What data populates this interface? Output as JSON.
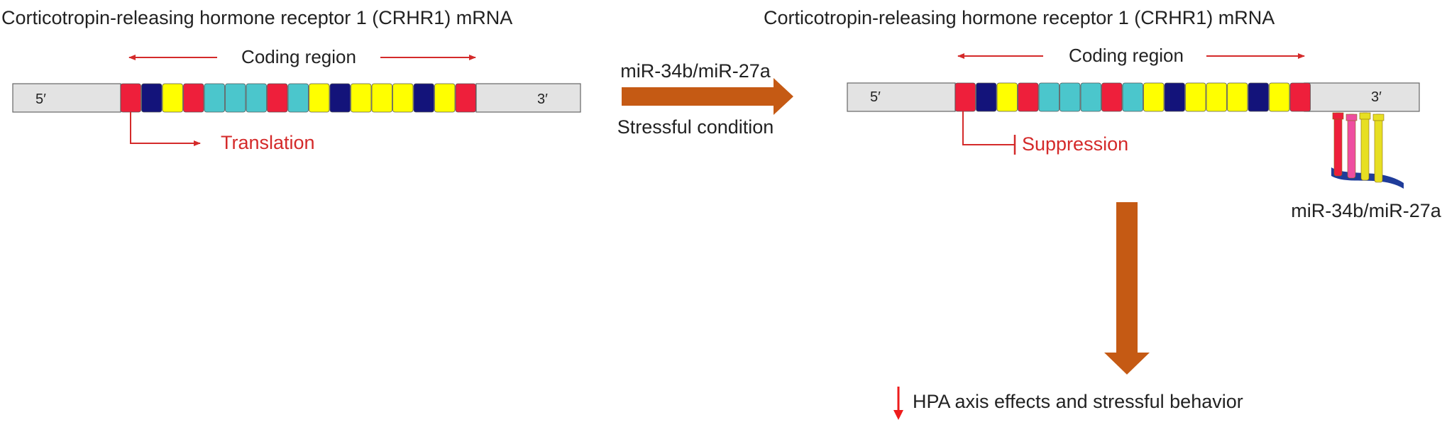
{
  "left_panel": {
    "title": "Corticotropin-releasing hormone receptor 1 (CRHR1) mRNA",
    "coding_region": "Coding region",
    "five_prime": "5′",
    "three_prime": "3′",
    "outcome": "Translation"
  },
  "transition": {
    "top_label": "miR-34b/miR-27a",
    "bottom_label": "Stressful condition"
  },
  "right_panel": {
    "title": "Corticotropin-releasing hormone receptor 1 (CRHR1) mRNA",
    "coding_region": "Coding region",
    "five_prime": "5′",
    "three_prime": "3′",
    "outcome": "Suppression",
    "mirna_label": "miR-34b/miR-27a"
  },
  "result": {
    "text": "HPA axis effects and stressful behavior"
  },
  "codon_sequence": [
    "red",
    "navy",
    "yellow",
    "red",
    "cyan",
    "cyan",
    "cyan",
    "red",
    "cyan",
    "yellow",
    "navy",
    "yellow",
    "yellow",
    "yellow",
    "navy",
    "yellow",
    "red"
  ],
  "colors": {
    "red": "#ee1f3b",
    "navy": "#13137a",
    "yellow": "#ffff00",
    "cyan": "#4bc6cc",
    "utr": "#e3e3e3",
    "annotation": "#d42a2a",
    "big_arrow": "#c55a14",
    "text": "#222222",
    "down_arrow": "#ee1c1c",
    "mirna_pink": "#ee4ea0",
    "mirna_yellow": "#e7df23",
    "mirna_backbone": "#1f3c9a"
  }
}
